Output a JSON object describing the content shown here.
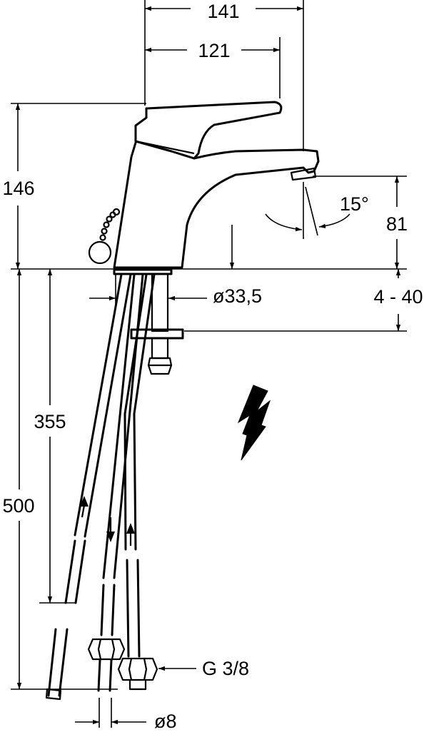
{
  "drawing": {
    "dimensions": {
      "overall_width": "141",
      "spout_reach": "121",
      "overall_height": "146",
      "spout_height": "81",
      "spout_swivel": "15°",
      "hole_diameter": "ø33,5",
      "deck_thickness": "4 - 40",
      "supply_hose_length": "355",
      "drain_rod_length": "500",
      "connection_thread": "G 3/8",
      "hose_diameter": "ø8"
    },
    "colors": {
      "line": "#000000",
      "background": "#ffffff"
    },
    "icons": [
      "lightning-bolt-icon",
      "pop-up-chain-ring-icon",
      "flow-arrow-icon"
    ]
  }
}
